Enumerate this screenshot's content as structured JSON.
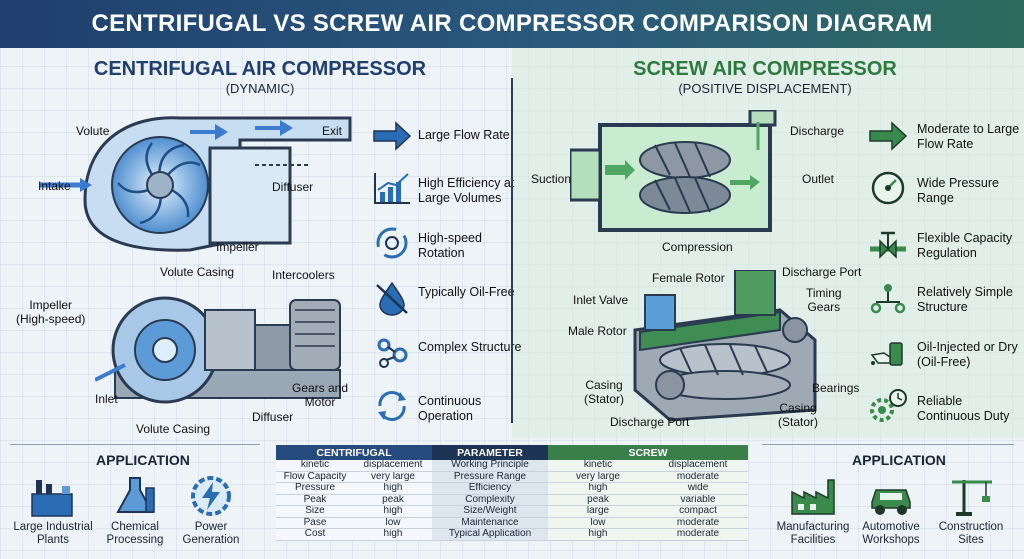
{
  "title": "CENTRIFUGAL VS SCREW AIR COMPRESSOR COMPARISON DIAGRAM",
  "left": {
    "title": "CENTRIFUGAL AIR COMPRESSOR",
    "subtitle": "(DYNAMIC)",
    "labels": {
      "volute": "Volute",
      "exit": "Exit",
      "intake": "Intake",
      "diffuser": "Diffuser",
      "impeller": "Impeller",
      "volute_casing_top": "Volute Casing",
      "intercoolers": "Intercoolers",
      "impeller_hs": "Impeller\n(High-speed)",
      "inlet": "Inlet",
      "gears_motor": "Gears and\nMotor",
      "diffuser2": "Diffuser",
      "volute_casing_bottom": "Volute Casing"
    },
    "features": [
      {
        "icon": "arrow-right-icon",
        "text": "Large Flow Rate"
      },
      {
        "icon": "growth-chart-icon",
        "text": "High Efficiency at Large Volumes"
      },
      {
        "icon": "rotation-icon",
        "text": "High-speed Rotation"
      },
      {
        "icon": "oil-drop-crossed-icon",
        "text": "Typically Oil-Free"
      },
      {
        "icon": "gears-network-icon",
        "text": "Complex Structure"
      },
      {
        "icon": "cycle-arrows-icon",
        "text": "Continuous Operation"
      }
    ]
  },
  "right": {
    "title": "SCREW AIR COMPRESSOR",
    "subtitle": "(POSITIVE DISPLACEMENT)",
    "labels": {
      "discharge": "Discharge",
      "suction": "Suction",
      "outlet": "Outlet",
      "compression": "Compression",
      "female_rotor": "Female Rotor",
      "discharge_port_top": "Discharge Port",
      "inlet_valve": "Inlet Valve",
      "timing_gears": "Timing\nGears",
      "male_rotor": "Male Rotor",
      "casing_left": "Casing\n(Stator)",
      "bearings": "Bearings",
      "casing_right": "Casing\n(Stator)",
      "discharge_port_bottom": "Discharge Port"
    },
    "features": [
      {
        "icon": "arrow-right-green-icon",
        "text": "Moderate to Large Flow Rate"
      },
      {
        "icon": "pressure-gauge-icon",
        "text": "Wide Pressure Range"
      },
      {
        "icon": "valve-icon",
        "text": "Flexible Capacity Regulation"
      },
      {
        "icon": "simple-structure-icon",
        "text": "Relatively Simple Structure"
      },
      {
        "icon": "oil-can-icon",
        "text": "Oil-Injected or Dry (Oil-Free)"
      },
      {
        "icon": "gear-clock-icon",
        "text": "Reliable Continuous Duty"
      }
    ]
  },
  "application_left": {
    "title": "APPLICATION",
    "items": [
      {
        "icon": "industrial-plant-icon",
        "label": "Large Industrial\nPlants"
      },
      {
        "icon": "chemical-flask-icon",
        "label": "Chemical\nProcessing"
      },
      {
        "icon": "power-bolt-icon",
        "label": "Power\nGeneration"
      }
    ]
  },
  "application_right": {
    "title": "APPLICATION",
    "items": [
      {
        "icon": "factory-icon",
        "label": "Manufacturing\nFacilities"
      },
      {
        "icon": "car-icon",
        "label": "Automotive\nWorkshops"
      },
      {
        "icon": "crane-icon",
        "label": "Construction\nSites"
      }
    ]
  },
  "table": {
    "headers": {
      "centrifugal": "CENTRIFUGAL",
      "parameter": "PARAMETER",
      "screw": "SCREW"
    },
    "rows": [
      {
        "c1": "kinetic",
        "c2": "displacement",
        "p": "Working Principle",
        "s1": "kinetic",
        "s2": "displacement"
      },
      {
        "c1": "Flow Capacity",
        "c2": "very large",
        "p": "Pressure Range",
        "s1": "very large",
        "s2": "moderate"
      },
      {
        "c1": "Pressure",
        "c2": "high",
        "p": "Efficiency",
        "s1": "high",
        "s2": "wide"
      },
      {
        "c1": "Peak",
        "c2": "peak",
        "p": "Complexity",
        "s1": "peak",
        "s2": "variable"
      },
      {
        "c1": "Size",
        "c2": "high",
        "p": "Size/Weight",
        "s1": "large",
        "s2": "compact"
      },
      {
        "c1": "Pase",
        "c2": "low",
        "p": "Maintenance",
        "s1": "low",
        "s2": "moderate"
      },
      {
        "c1": "Cost",
        "c2": "high",
        "p": "Typical Application",
        "s1": "high",
        "s2": "moderate"
      }
    ]
  },
  "colors": {
    "blue": "#2a6db5",
    "green": "#3a8a4c",
    "navy": "#1f3f6e"
  }
}
